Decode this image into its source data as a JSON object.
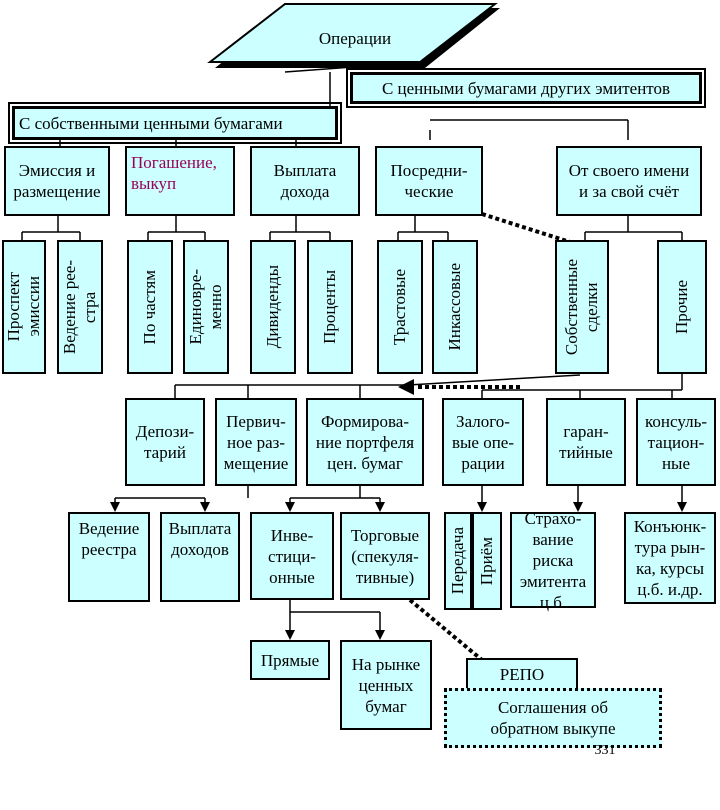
{
  "root": "Операции",
  "own_securities": "С собственными ценными бумагами",
  "other_issuers": "С ценными бумагами других эмитентов",
  "own": {
    "emission": "Эмиссия и\nразмещение",
    "redemption": "Погашение,\nвыкуп",
    "income_payment": "Выплата\nдохода",
    "prospectus": "Проспект\nэмиссии",
    "registry_keeping": "Ведение рее-\nстра",
    "by_parts": "По частям",
    "one_time": "Единовре-\nменно",
    "dividends": "Дивиденды",
    "interest": "Проценты"
  },
  "other": {
    "intermediary": "Посредни-\nческие",
    "own_name": "От своего имени\nи за свой счёт",
    "trust": "Трастовые",
    "collection": "Инкассовые",
    "own_deals": "Собственные\nсделки",
    "other_ops": "Прочие"
  },
  "third_level": {
    "depository": "Депози-\nтарий",
    "primary_placement": "Первич-\nное раз-\nмещение",
    "portfolio": "Формирова-\nние портфеля\nцен. бумаг",
    "collateral": "Залого-\nвые опе-\nрации",
    "guarantee": "гаран-\nтийные",
    "consulting": "консуль-\nтацион-\nные"
  },
  "fourth_level": {
    "registry": "Ведение\nреестра",
    "income": "Выплата\nдоходов",
    "investment": "Инве-\nстици-\nонные",
    "trading": "Торговые\n(спекуля-\nтивные)",
    "transfer": "Передача",
    "receipt": "Приём",
    "insurance": "Страхо-\nвание\nриска\nэмитента\nц.б.",
    "market_conditions": "Конъюнк-\nтура рын-\nка, курсы\nц.б. и.др."
  },
  "fifth_level": {
    "direct": "Прямые",
    "securities_market": "На рынке\nценных\nбумаг",
    "repo": "РЕПО",
    "buyback_agreement": "Соглашения об\nобратном выкупе"
  },
  "page_number": "331"
}
